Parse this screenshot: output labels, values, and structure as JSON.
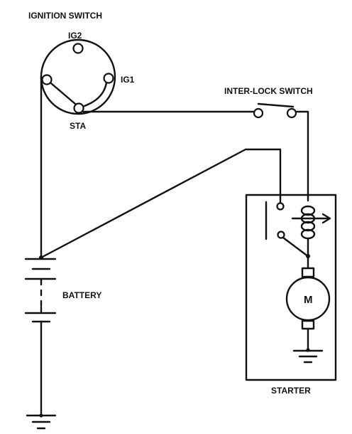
{
  "labels": {
    "ignition_switch": "IGNITION SWITCH",
    "ig2": "IG2",
    "ig1": "IG1",
    "sta": "STA",
    "interlock_switch": "INTER-LOCK SWITCH",
    "battery": "BATTERY",
    "starter": "STARTER",
    "motor": "M"
  }
}
